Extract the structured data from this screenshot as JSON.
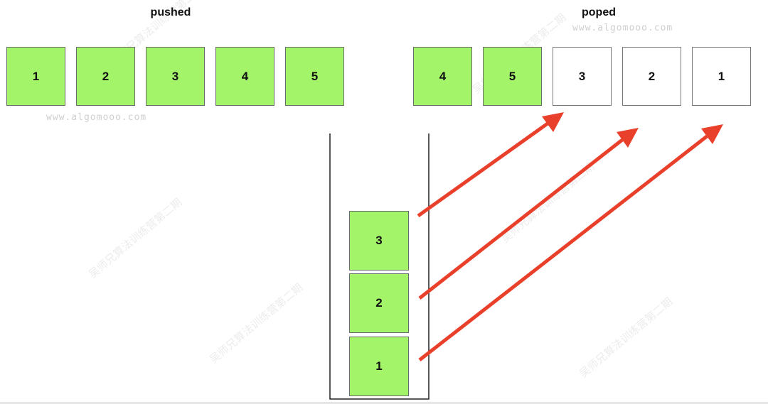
{
  "titles": {
    "pushed": "pushed",
    "poped": "poped"
  },
  "watermarks": {
    "url": "www.algomooo.com",
    "cn": "吴师兄算法训练营第二期"
  },
  "pushed": [
    "1",
    "2",
    "3",
    "4",
    "5"
  ],
  "poped": [
    {
      "label": "4",
      "color": "#a4f46a"
    },
    {
      "label": "5",
      "color": "#a4f46a"
    },
    {
      "label": "3",
      "color": "#ffffff"
    },
    {
      "label": "2",
      "color": "#ffffff"
    },
    {
      "label": "1",
      "color": "#ffffff"
    }
  ],
  "stack": [
    "3",
    "2",
    "1"
  ],
  "colors": {
    "green": "#a4f46a",
    "arrow": "#e8402a",
    "border": "#6a6a6a"
  }
}
